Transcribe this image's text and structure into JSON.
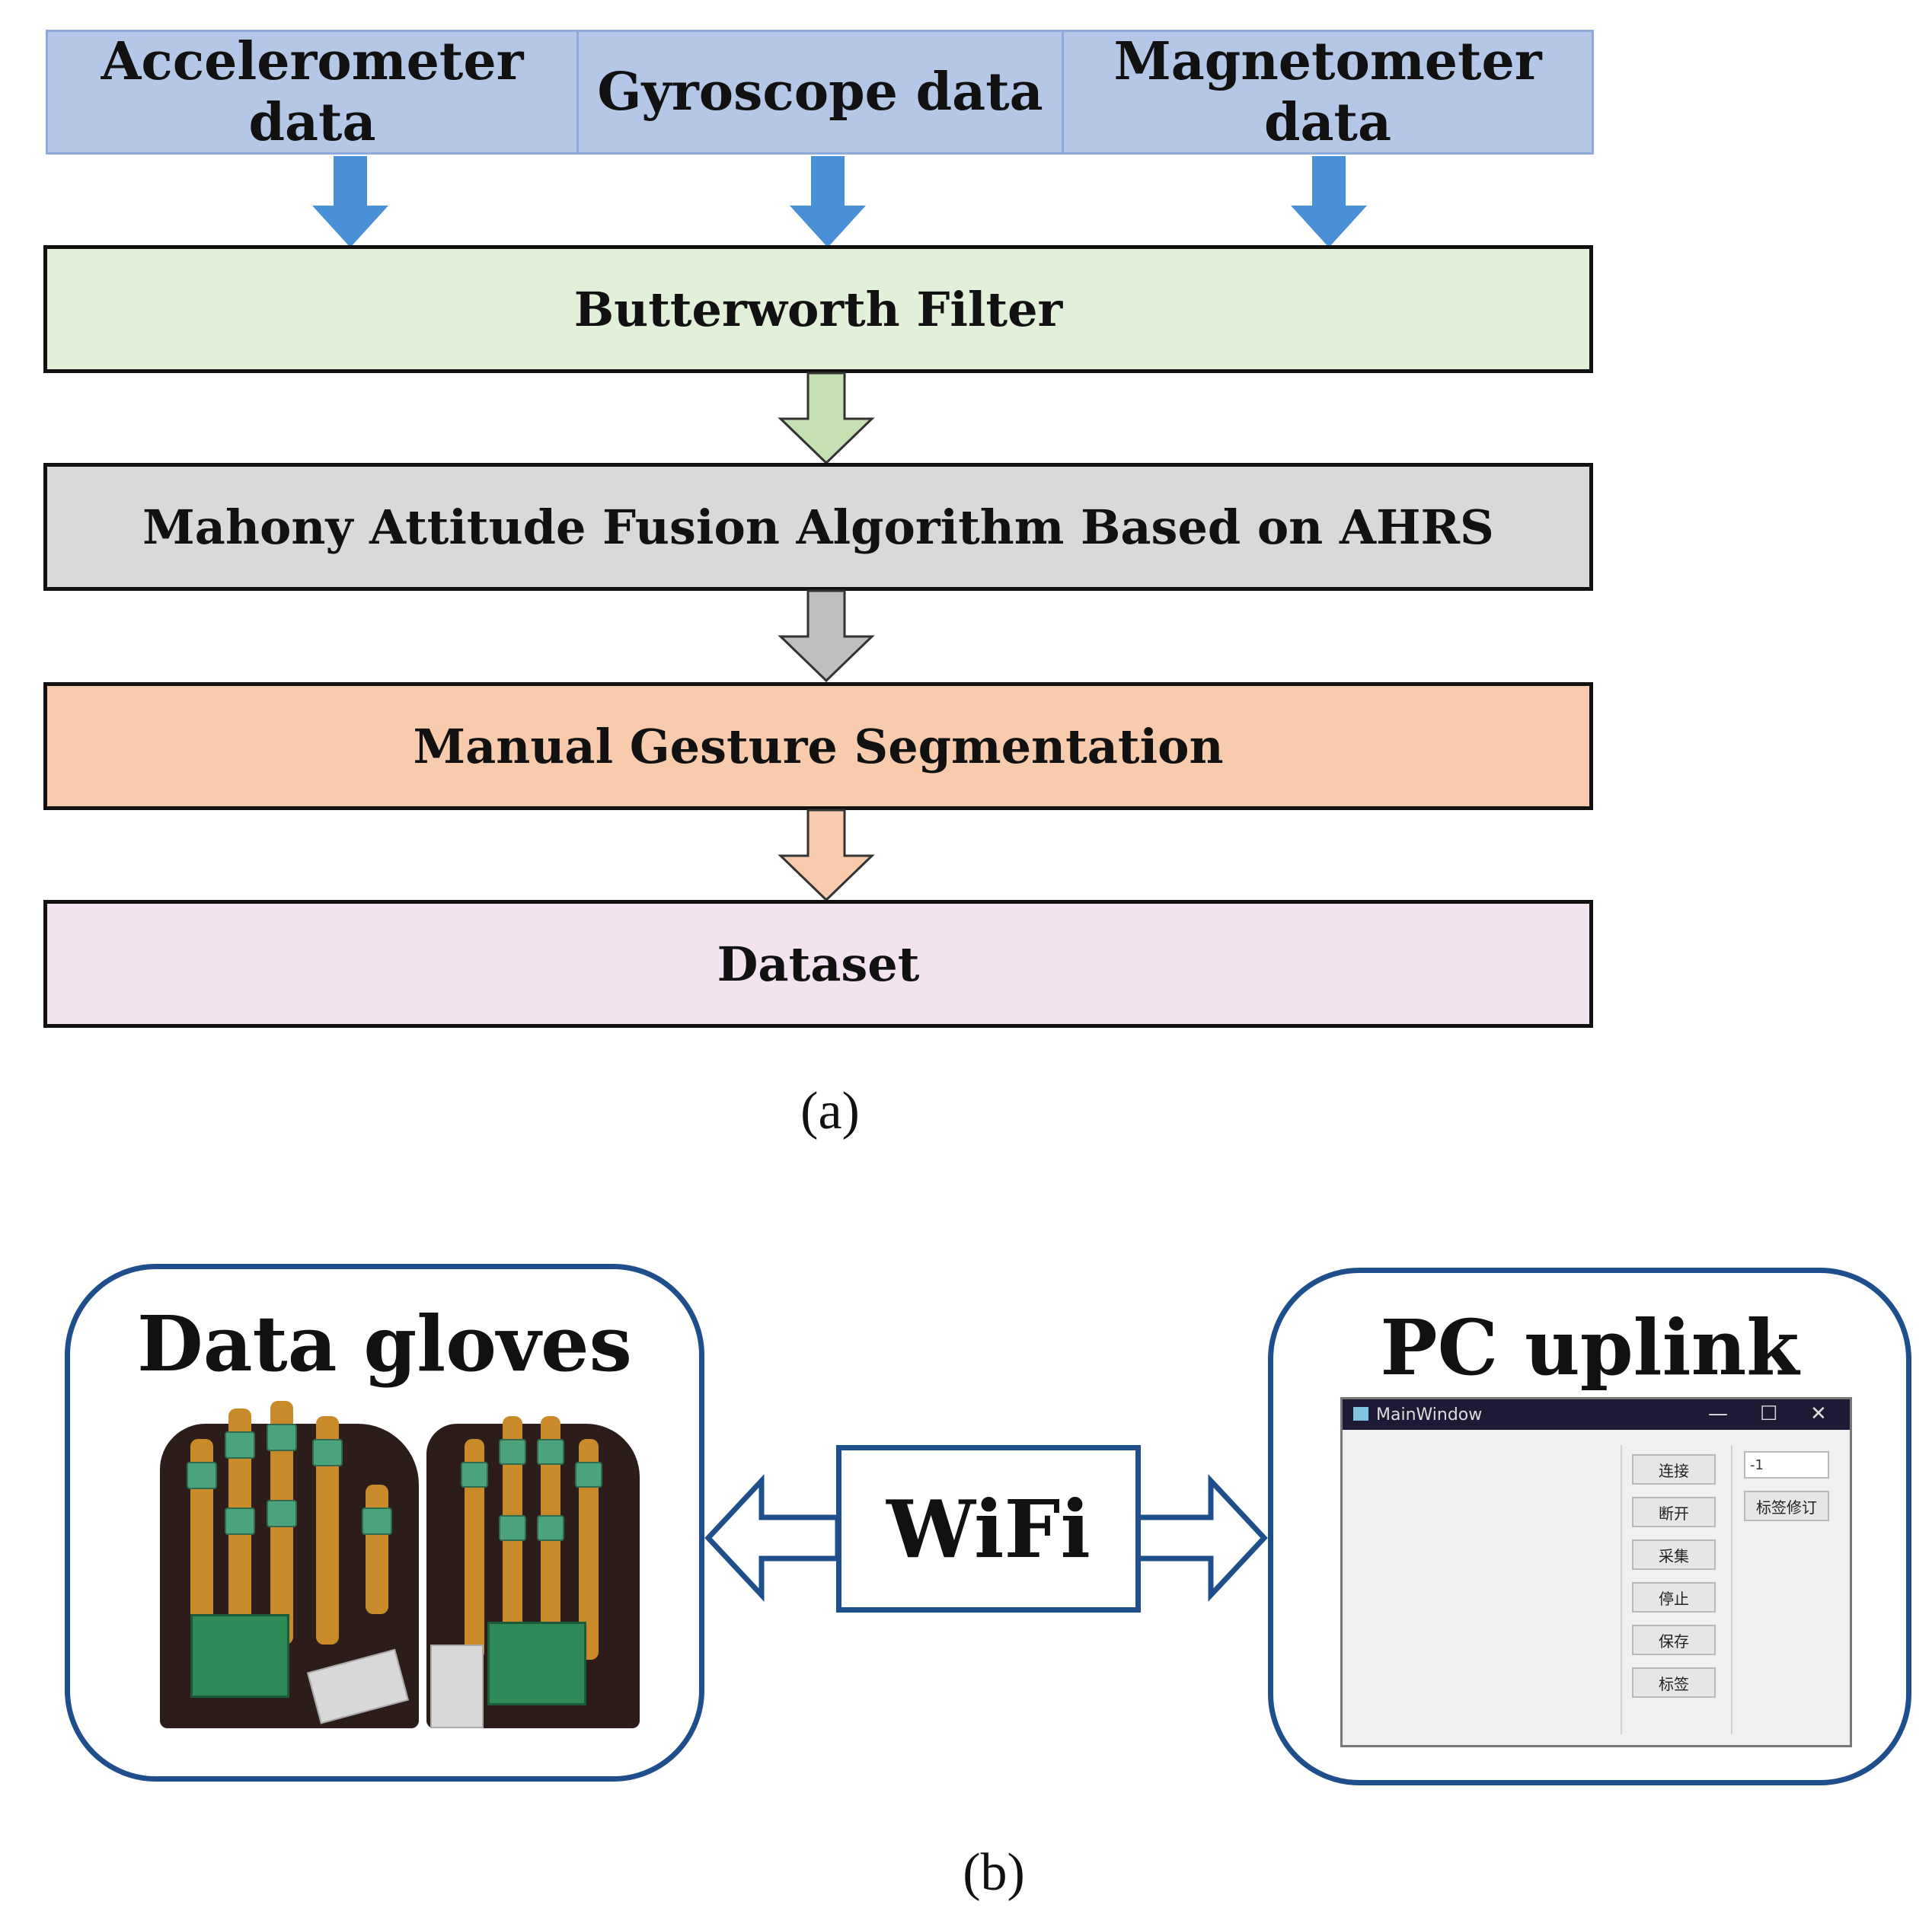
{
  "part_a": {
    "sources": [
      "Accelerometer data",
      "Gyroscope data",
      "Magnetometer data"
    ],
    "stages": [
      {
        "label": "Butterworth Filter",
        "fill": "#e2efd9",
        "arrow": "#c5e0b3"
      },
      {
        "label": "Mahony Attitude Fusion Algorithm Based on AHRS",
        "fill": "#d9d9d9",
        "arrow": "#bfbfbf"
      },
      {
        "label": "Manual Gesture Segmentation",
        "fill": "#f8cbad",
        "arrow": "#f8cbad"
      },
      {
        "label": "Dataset",
        "fill": "#f2e3ef"
      }
    ],
    "source_arrow_color": "#4a90d9",
    "caption": "(a)"
  },
  "part_b": {
    "left_title": "Data gloves",
    "right_title": "PC uplink",
    "link_label": "WiFi",
    "window": {
      "title": "MainWindow",
      "controls": [
        "—",
        "☐",
        "✕"
      ],
      "buttons": [
        "连接",
        "断开",
        "采集",
        "停止",
        "保存",
        "标签"
      ],
      "input_value": "-1",
      "side_button": "标签修订"
    },
    "frame_color": "#1f4e8c",
    "caption": "(b)"
  }
}
